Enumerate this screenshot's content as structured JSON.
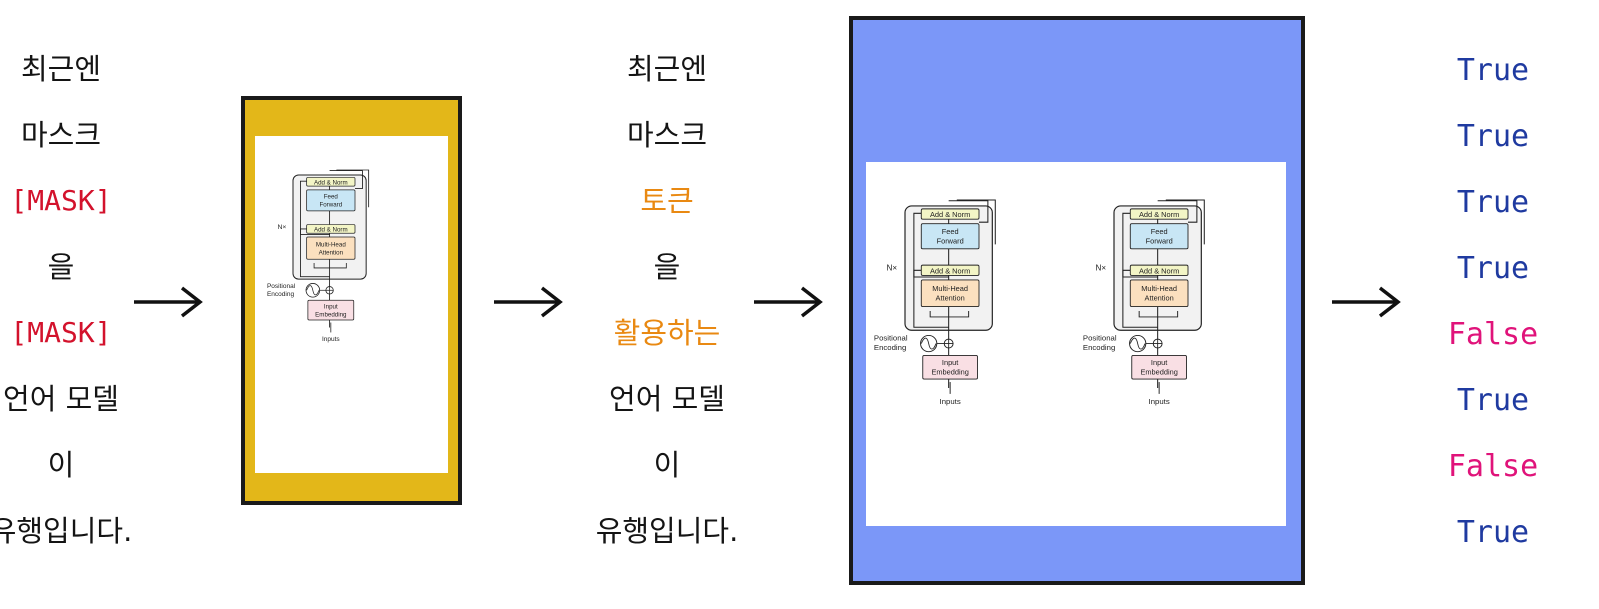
{
  "sentence1": [
    {
      "text": "최근엔",
      "style": "normal"
    },
    {
      "text": "마스크",
      "style": "normal"
    },
    {
      "text": "[MASK]",
      "style": "mask"
    },
    {
      "text": "을",
      "style": "normal"
    },
    {
      "text": "[MASK]",
      "style": "mask"
    },
    {
      "text": "언어 모델",
      "style": "normal"
    },
    {
      "text": "이",
      "style": "normal"
    },
    {
      "text": "유행입니다.",
      "style": "normal"
    }
  ],
  "sentence2": [
    {
      "text": "최근엔",
      "style": "normal"
    },
    {
      "text": "마스크",
      "style": "normal"
    },
    {
      "text": "토큰",
      "style": "highlight"
    },
    {
      "text": "을",
      "style": "normal"
    },
    {
      "text": "활용하는",
      "style": "highlight"
    },
    {
      "text": "언어 모델",
      "style": "normal"
    },
    {
      "text": "이",
      "style": "normal"
    },
    {
      "text": "유행입니다.",
      "style": "normal"
    }
  ],
  "outputs": [
    {
      "text": "True",
      "value": true
    },
    {
      "text": "True",
      "value": true
    },
    {
      "text": "True",
      "value": true
    },
    {
      "text": "True",
      "value": true
    },
    {
      "text": "False",
      "value": false
    },
    {
      "text": "True",
      "value": true
    },
    {
      "text": "False",
      "value": false
    },
    {
      "text": "True",
      "value": true
    }
  ],
  "transformer_labels": {
    "add_norm": "Add & Norm",
    "feed_forward_1": "Feed",
    "feed_forward_2": "Forward",
    "mha_1": "Multi-Head",
    "mha_2": "Attention",
    "nx": "N×",
    "pos_1": "Positional",
    "pos_2": "Encoding",
    "embed_1": "Input",
    "embed_2": "Embedding",
    "inputs": "Inputs"
  },
  "colors": {
    "mask": "#d3122c",
    "highlight": "#e98912",
    "true": "#1f3aa0",
    "false": "#e0137a",
    "generator_frame": "#e3b719",
    "discriminator_frame": "#7b97f8",
    "add_norm_fill": "#f3f5c6",
    "feed_forward_fill": "#c8e6f5",
    "attention_fill": "#fbe0bf",
    "embedding_fill": "#f9dfe4"
  },
  "icons": [
    "right-arrow-icon",
    "sinusoid-icon",
    "plus-circle-icon"
  ]
}
